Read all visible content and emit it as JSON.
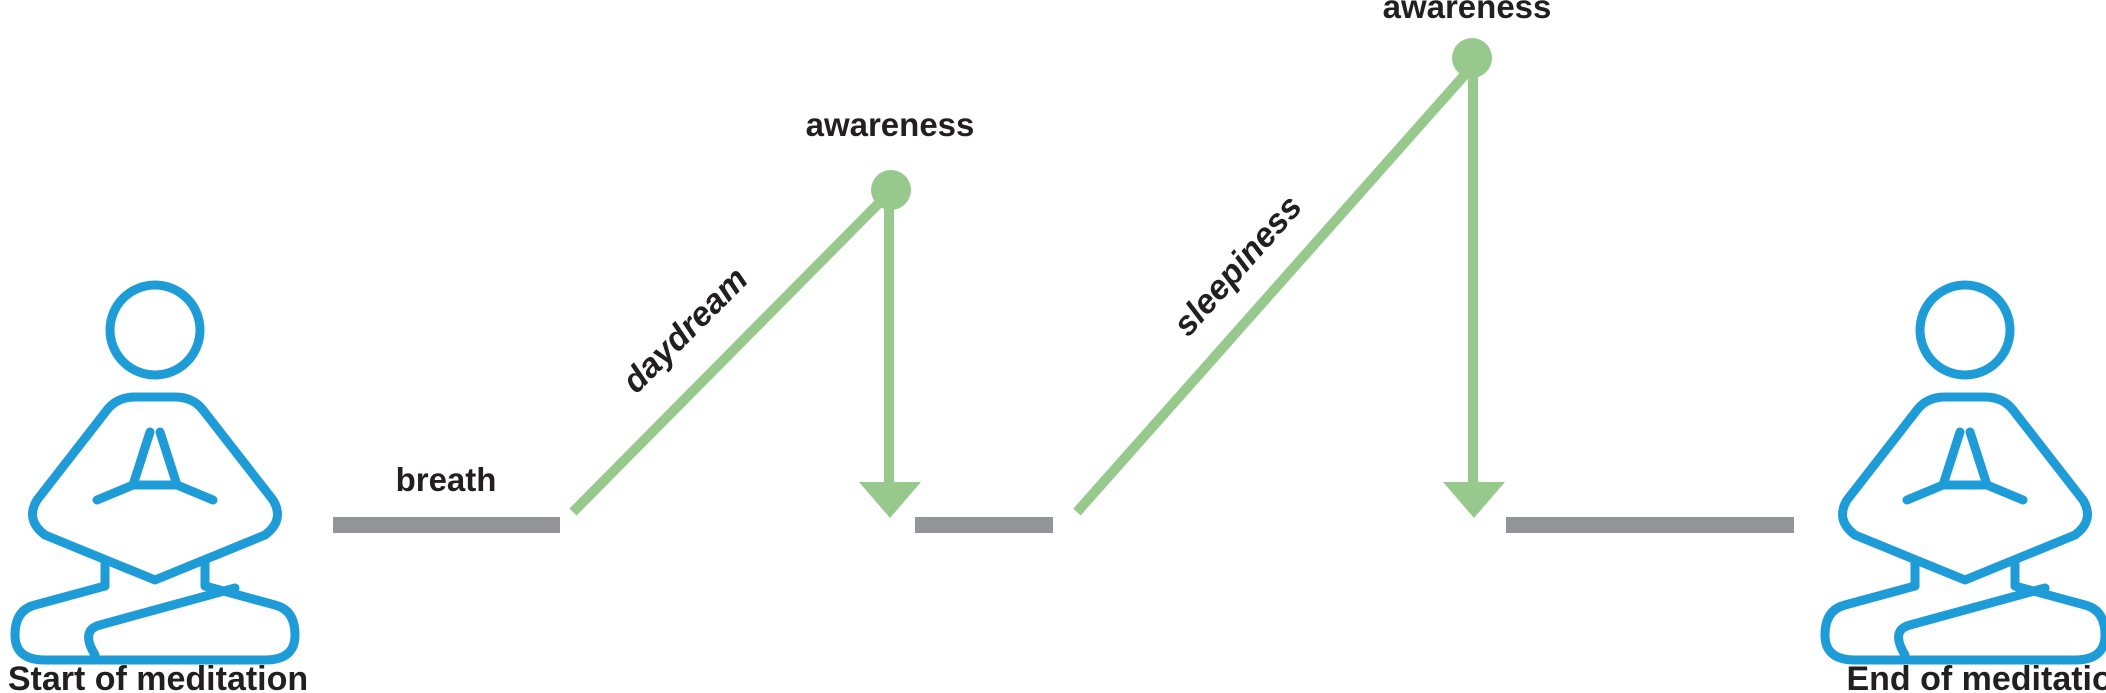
{
  "colors": {
    "figure": "#1e9cd7",
    "path": "#97c98d",
    "focus_bar": "#939598",
    "text": "#231f20"
  },
  "labels": {
    "start": "Start of meditation",
    "end": "End of meditation",
    "breath": "breath",
    "daydream": "daydream",
    "sleepiness": "sleepiness",
    "awareness_1": "awareness",
    "awareness_2": "awareness"
  },
  "icons": {
    "start_figure": "meditating-person-icon",
    "end_figure": "meditating-person-icon"
  }
}
